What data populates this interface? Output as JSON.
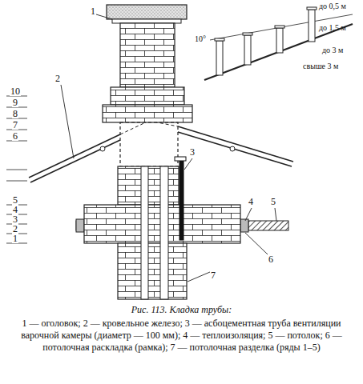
{
  "diagram": {
    "caption": "Рис. 113. Кладка трубы:",
    "labels": [
      "1",
      "2",
      "3",
      "4",
      "5",
      "6",
      "7",
      "10",
      "9",
      "8",
      "7",
      "6",
      "5",
      "4",
      "3",
      "2",
      "1",
      "10°",
      "до 0,5 м",
      "до 1,5 м",
      "до 3 м",
      "свыше 3 м",
      "1 — оголовок; 2 — кровельное железо; 3 — асбоцементная труба вентиляции варочной камеры (диаметр — 100 мм); 4 — теплоизоляция; 5 — потолок; 6 — потолочная раскладка (рамка); 7 — потолочная разделка (ряды 1–5)"
    ]
  }
}
